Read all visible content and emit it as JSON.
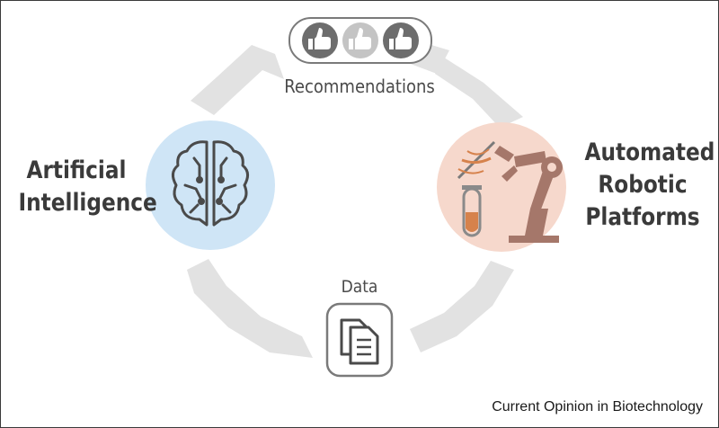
{
  "nodes": {
    "ai": {
      "line1": "Artificial",
      "line2": "Intelligence"
    },
    "robotic": {
      "line1": "Automated",
      "line2": "Robotic",
      "line3": "Platforms"
    }
  },
  "flows": {
    "recommendations": "Recommendations",
    "data": "Data"
  },
  "footer": {
    "journal": "Current Opinion in Biotechnology"
  },
  "icons": {
    "ai": "brain-circuit-icon",
    "robotic": "robot-arm-test-tube-dna-icon",
    "recommendations": [
      "thumbs-up-icon",
      "thumbs-up-icon",
      "thumbs-up-icon"
    ],
    "data": "documents-icon"
  },
  "colors": {
    "ai_circle": "#cfe5f6",
    "robotic_circle": "#f6d8cc",
    "cycle_ring": "#e2e2e2",
    "icon_dark": "#6d6d6d",
    "icon_light": "#c4c4c4",
    "robot_arm": "#a5776a"
  }
}
